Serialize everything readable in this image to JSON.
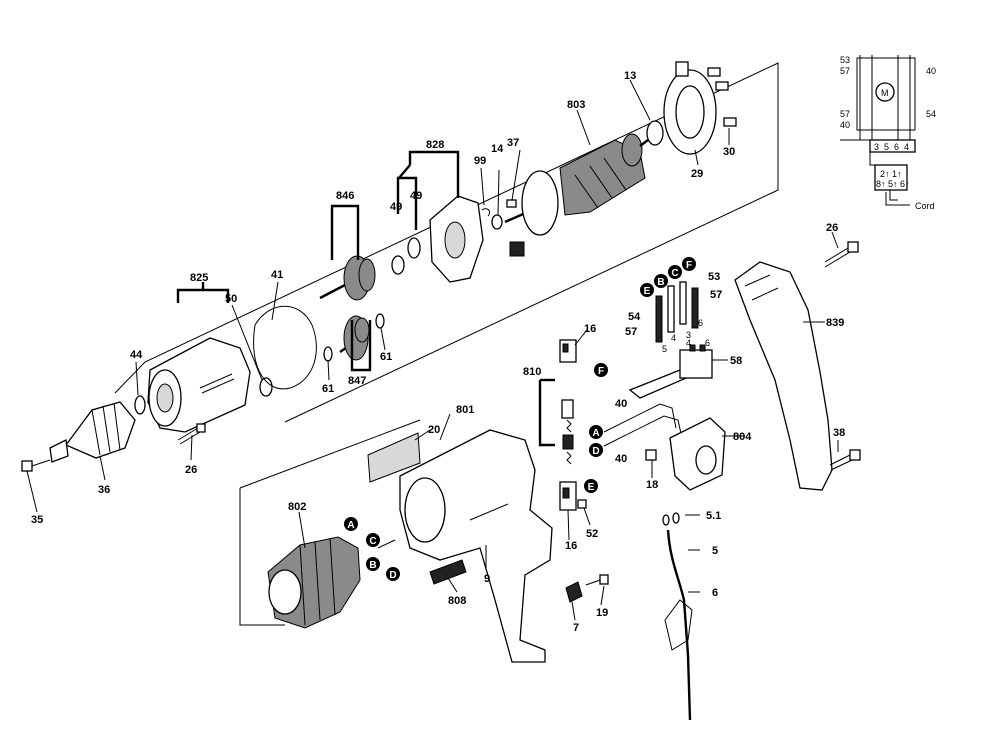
{
  "diagram": {
    "part_numbers": {
      "p803": "803",
      "p13": "13",
      "p37": "37",
      "p14": "14",
      "p99": "99",
      "p828": "828",
      "p49a": "49",
      "p49b": "49",
      "p846": "846",
      "p41": "41",
      "p825": "825",
      "p50": "50",
      "p44": "44",
      "p61a": "61",
      "p61b": "61",
      "p847": "847",
      "p36": "36",
      "p35": "35",
      "p26a": "26",
      "p29": "29",
      "p30": "30",
      "p16a": "16",
      "p810": "810",
      "p801": "801",
      "p20": "20",
      "p802": "802",
      "p808": "808",
      "p9": "9",
      "p16b": "16",
      "p52": "52",
      "p7": "7",
      "p19": "19",
      "p40a": "40",
      "p40b": "40",
      "p18": "18",
      "p804": "804",
      "p58": "58",
      "p53": "53",
      "p57a": "57",
      "p54": "54",
      "p57b": "57",
      "p26b": "26",
      "p839": "839",
      "p38": "38",
      "p51": "5.1",
      "p5": "5",
      "p6": "6"
    },
    "connector_letters": {
      "a": "A",
      "b": "B",
      "c": "C",
      "d": "D",
      "e": "E",
      "f": "F"
    },
    "small_labels": {
      "t5": "5",
      "t4": "4",
      "t3": "3",
      "t6": "6",
      "t4b": "4",
      "t6b": "6"
    },
    "wiring": {
      "l53": "53",
      "l57a": "57",
      "l40a": "40",
      "l57b": "57",
      "l40b": "40",
      "l54": "54",
      "motor": "M",
      "n3": "3",
      "n5": "5",
      "n6": "6",
      "n4": "4",
      "bottom_top": "2↑ 1↑",
      "bottom_bot": "8↑ 5↑ 6↑",
      "cord": "Cord"
    }
  }
}
